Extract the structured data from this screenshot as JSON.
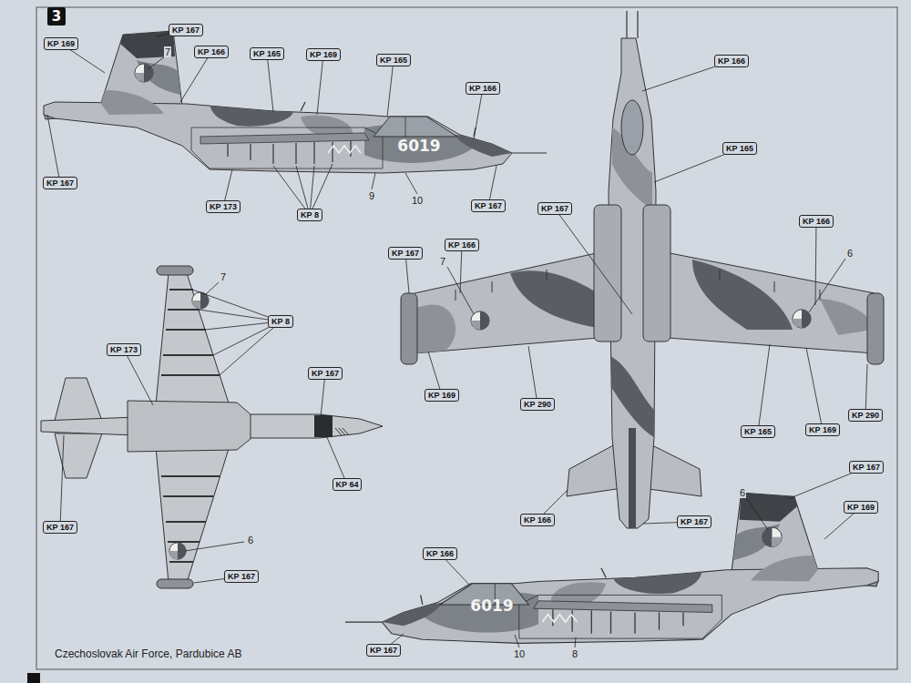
{
  "diagram": {
    "caption": "Czechoslovak Air Force, Pardubice AB",
    "nodes": [
      {
        "text": [
          "3"
        ]
      },
      {
        "text": [
          "KP 167"
        ]
      },
      {
        "text": [
          "KP 169"
        ]
      },
      {
        "text": [
          "KP 166"
        ]
      },
      {
        "text": [
          "KP 165"
        ]
      },
      {
        "text": [
          "KP 169"
        ]
      },
      {
        "text": [
          "KP 165"
        ]
      },
      {
        "text": [
          "KP 166"
        ]
      },
      {
        "text": [
          "KP 166"
        ]
      },
      {
        "text": [
          "KP 165"
        ]
      },
      {
        "text": [
          "KP 167"
        ]
      },
      {
        "text": [
          "KP 173"
        ]
      },
      {
        "text": [
          "KP 167"
        ]
      },
      {
        "text": [
          "KP 167"
        ]
      },
      {
        "text": [
          "KP 8"
        ]
      },
      {
        "text": [
          "KP 166"
        ]
      },
      {
        "text": [
          "KP 166"
        ]
      },
      {
        "text": [
          "KP 167"
        ]
      },
      {
        "text": [
          "KP 8"
        ]
      },
      {
        "text": [
          "KP 173"
        ]
      },
      {
        "text": [
          "KP 167"
        ]
      },
      {
        "text": [
          "KP 169"
        ]
      },
      {
        "text": [
          "KP 290"
        ]
      },
      {
        "text": [
          "KP 290"
        ]
      },
      {
        "text": [
          "KP 169"
        ]
      },
      {
        "text": [
          "KP 165"
        ]
      },
      {
        "text": [
          "KP 167"
        ]
      },
      {
        "text": [
          "KP 64"
        ]
      },
      {
        "text": [
          "KP 169"
        ]
      },
      {
        "text": [
          "KP 166"
        ]
      },
      {
        "text": [
          "KP 167"
        ]
      },
      {
        "text": [
          "KP 167"
        ]
      },
      {
        "text": [
          "KP 166"
        ]
      },
      {
        "text": [
          "KP 167"
        ]
      },
      {
        "text": [
          "KP 167"
        ]
      }
    ],
    "labels": [
      "7",
      "6019",
      "9",
      "10",
      "6",
      "7",
      "7",
      "6",
      "6",
      "6019",
      "10",
      "8"
    ]
  }
}
